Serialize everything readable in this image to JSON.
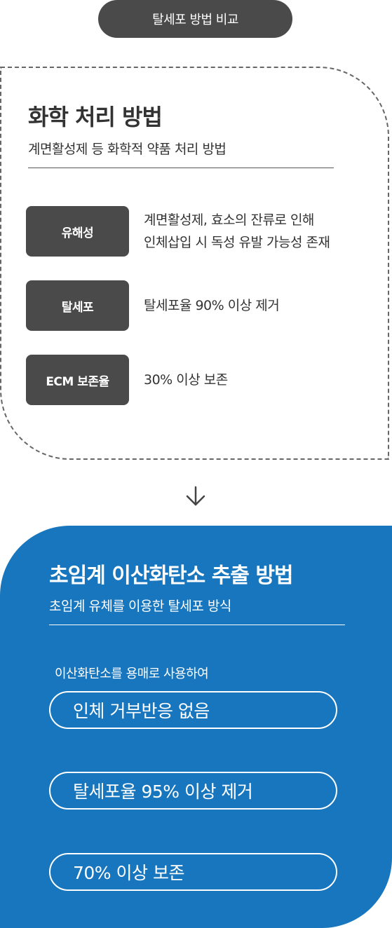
{
  "header": {
    "label": "탈세포 방법 비교"
  },
  "chemical": {
    "title": "화학 처리 방법",
    "subtitle": "계면활성제 등 화학적 약품 처리 방법",
    "rows": [
      {
        "label": "유해성",
        "desc_line1": "계면활성제, 효소의 잔류로 인해",
        "desc_line2": "인체삽입 시 독성 유발 가능성 존재"
      },
      {
        "label": "탈세포",
        "desc_line1": "탈세포율 90% 이상 제거"
      },
      {
        "label": "ECM 보존율",
        "desc_line1": "30% 이상 보존"
      }
    ]
  },
  "arrow": {
    "icon": "arrow-down-icon"
  },
  "supercritical": {
    "title": "초임계 이산화탄소 추출 방법",
    "subtitle": "초임계 유체를 이용한 탈세포 방식",
    "note": "이산화탄소를 용매로 사용하여",
    "items": [
      {
        "label": "인체 거부반응 없음"
      },
      {
        "label": "탈세포율 95% 이상 제거"
      },
      {
        "label": "70% 이상 보존"
      }
    ]
  },
  "colors": {
    "dark_gray": "#4a4a4a",
    "blue": "#1776bd",
    "text": "#333333"
  }
}
